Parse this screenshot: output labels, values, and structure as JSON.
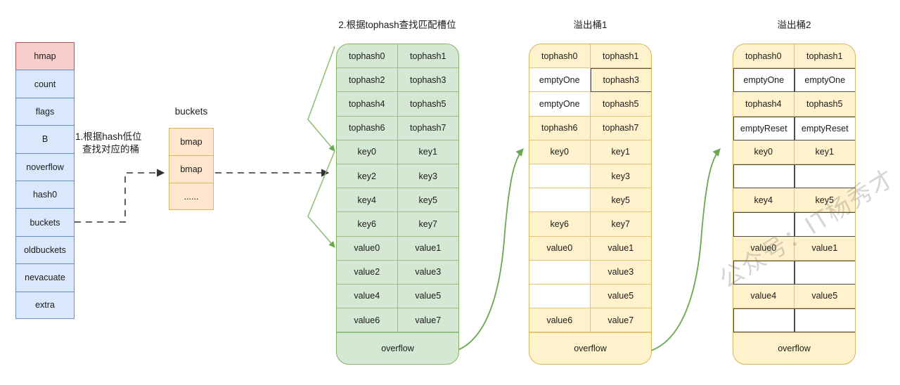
{
  "hmap": {
    "title": "hmap",
    "fields": [
      "hmap",
      "count",
      "flags",
      "B",
      "noverflow",
      "hash0",
      "buckets",
      "oldbuckets",
      "nevacuate",
      "extra"
    ]
  },
  "step1": {
    "line1": "1.根据hash低位",
    "line2": "查找对应的桶"
  },
  "buckets_list": {
    "label": "buckets",
    "items": [
      "bmap",
      "bmap",
      "......"
    ]
  },
  "bucket0": {
    "title": "2.根据tophash查找匹配槽位",
    "color": "#d5e8d4",
    "border": "#82b366",
    "overflow_label": "overflow",
    "rows": [
      [
        {
          "text": "tophash0"
        },
        {
          "text": "tophash1"
        }
      ],
      [
        {
          "text": "tophash2"
        },
        {
          "text": "tophash3"
        }
      ],
      [
        {
          "text": "tophash4"
        },
        {
          "text": "tophash5"
        }
      ],
      [
        {
          "text": "tophash6"
        },
        {
          "text": "tophash7"
        }
      ],
      [
        {
          "text": "key0"
        },
        {
          "text": "key1"
        }
      ],
      [
        {
          "text": "key2"
        },
        {
          "text": "key3"
        }
      ],
      [
        {
          "text": "key4"
        },
        {
          "text": "key5"
        }
      ],
      [
        {
          "text": "key6"
        },
        {
          "text": "key7"
        }
      ],
      [
        {
          "text": "value0"
        },
        {
          "text": "value1"
        }
      ],
      [
        {
          "text": "value2"
        },
        {
          "text": "value3"
        }
      ],
      [
        {
          "text": "value4"
        },
        {
          "text": "value5"
        }
      ],
      [
        {
          "text": "value6"
        },
        {
          "text": "value7"
        }
      ]
    ]
  },
  "bucket1": {
    "title": "溢出桶1",
    "color": "#fff2cc",
    "border": "#d6b656",
    "overflow_label": "overflow",
    "rows": [
      [
        {
          "text": "tophash0"
        },
        {
          "text": "tophash1"
        }
      ],
      [
        {
          "text": "emptyOne",
          "state": "empty"
        },
        {
          "text": "tophash3",
          "state": "outlined"
        }
      ],
      [
        {
          "text": "emptyOne",
          "state": "empty"
        },
        {
          "text": "tophash5"
        }
      ],
      [
        {
          "text": "tophash6"
        },
        {
          "text": "tophash7"
        }
      ],
      [
        {
          "text": "key0"
        },
        {
          "text": "key1"
        }
      ],
      [
        {
          "text": "",
          "state": "empty"
        },
        {
          "text": "key3"
        }
      ],
      [
        {
          "text": "",
          "state": "empty"
        },
        {
          "text": "key5"
        }
      ],
      [
        {
          "text": "key6"
        },
        {
          "text": "key7"
        }
      ],
      [
        {
          "text": "value0"
        },
        {
          "text": "value1"
        }
      ],
      [
        {
          "text": "",
          "state": "empty"
        },
        {
          "text": "value3"
        }
      ],
      [
        {
          "text": "",
          "state": "empty"
        },
        {
          "text": "value5"
        }
      ],
      [
        {
          "text": "value6"
        },
        {
          "text": "value7"
        }
      ]
    ]
  },
  "bucket2": {
    "title": "溢出桶2",
    "color": "#fff2cc",
    "border": "#d6b656",
    "overflow_label": "overflow",
    "rows": [
      [
        {
          "text": "tophash0"
        },
        {
          "text": "tophash1"
        }
      ],
      [
        {
          "text": "emptyOne",
          "state": "empty-outlined"
        },
        {
          "text": "emptyOne",
          "state": "empty-outlined"
        }
      ],
      [
        {
          "text": "tophash4"
        },
        {
          "text": "tophash5"
        }
      ],
      [
        {
          "text": "emptyReset",
          "state": "empty-outlined"
        },
        {
          "text": "emptyReset",
          "state": "empty-outlined"
        }
      ],
      [
        {
          "text": "key0"
        },
        {
          "text": "key1"
        }
      ],
      [
        {
          "text": "",
          "state": "empty-outlined"
        },
        {
          "text": "",
          "state": "empty-outlined"
        }
      ],
      [
        {
          "text": "key4"
        },
        {
          "text": "key5"
        }
      ],
      [
        {
          "text": "",
          "state": "empty-outlined"
        },
        {
          "text": "",
          "state": "empty-outlined"
        }
      ],
      [
        {
          "text": "value0"
        },
        {
          "text": "value1"
        }
      ],
      [
        {
          "text": "",
          "state": "empty-outlined"
        },
        {
          "text": "",
          "state": "empty-outlined"
        }
      ],
      [
        {
          "text": "value4"
        },
        {
          "text": "value5"
        }
      ],
      [
        {
          "text": "",
          "state": "empty-outlined"
        },
        {
          "text": "",
          "state": "empty-outlined"
        }
      ]
    ]
  },
  "watermark": "公众号：IT杨秀才",
  "colors": {
    "green_fill": "#d5e8d4",
    "green_border": "#82b366",
    "orange_fill": "#fff2cc",
    "orange_border": "#d6b656",
    "peach_fill": "#ffe6cc",
    "blue_fill": "#dae8fc",
    "blue_border": "#6c8ebf",
    "pink_fill": "#f8cecc",
    "arrow_green": "#6aa84f",
    "arrow_dashed": "#4d4d4d"
  }
}
